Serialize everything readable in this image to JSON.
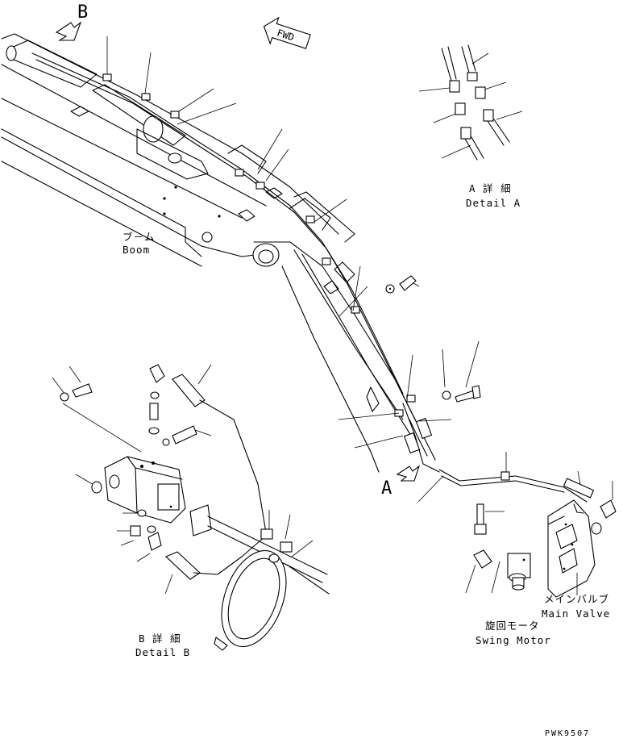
{
  "labels": {
    "callout_b": "B",
    "callout_a": "A",
    "fwd": "FWD",
    "detail_a_jp": "A 詳 細",
    "detail_a_en": "Detail A",
    "boom_jp": "ブ－ム",
    "boom_en": "Boom",
    "detail_b_jp": "B 詳 細",
    "detail_b_en": "Detail B",
    "main_valve_jp": "メインバルブ",
    "main_valve_en": "Main Valve",
    "swing_motor_jp": "旋回モータ",
    "swing_motor_en": "Swing Motor",
    "drawing_code": "PWK9507"
  }
}
